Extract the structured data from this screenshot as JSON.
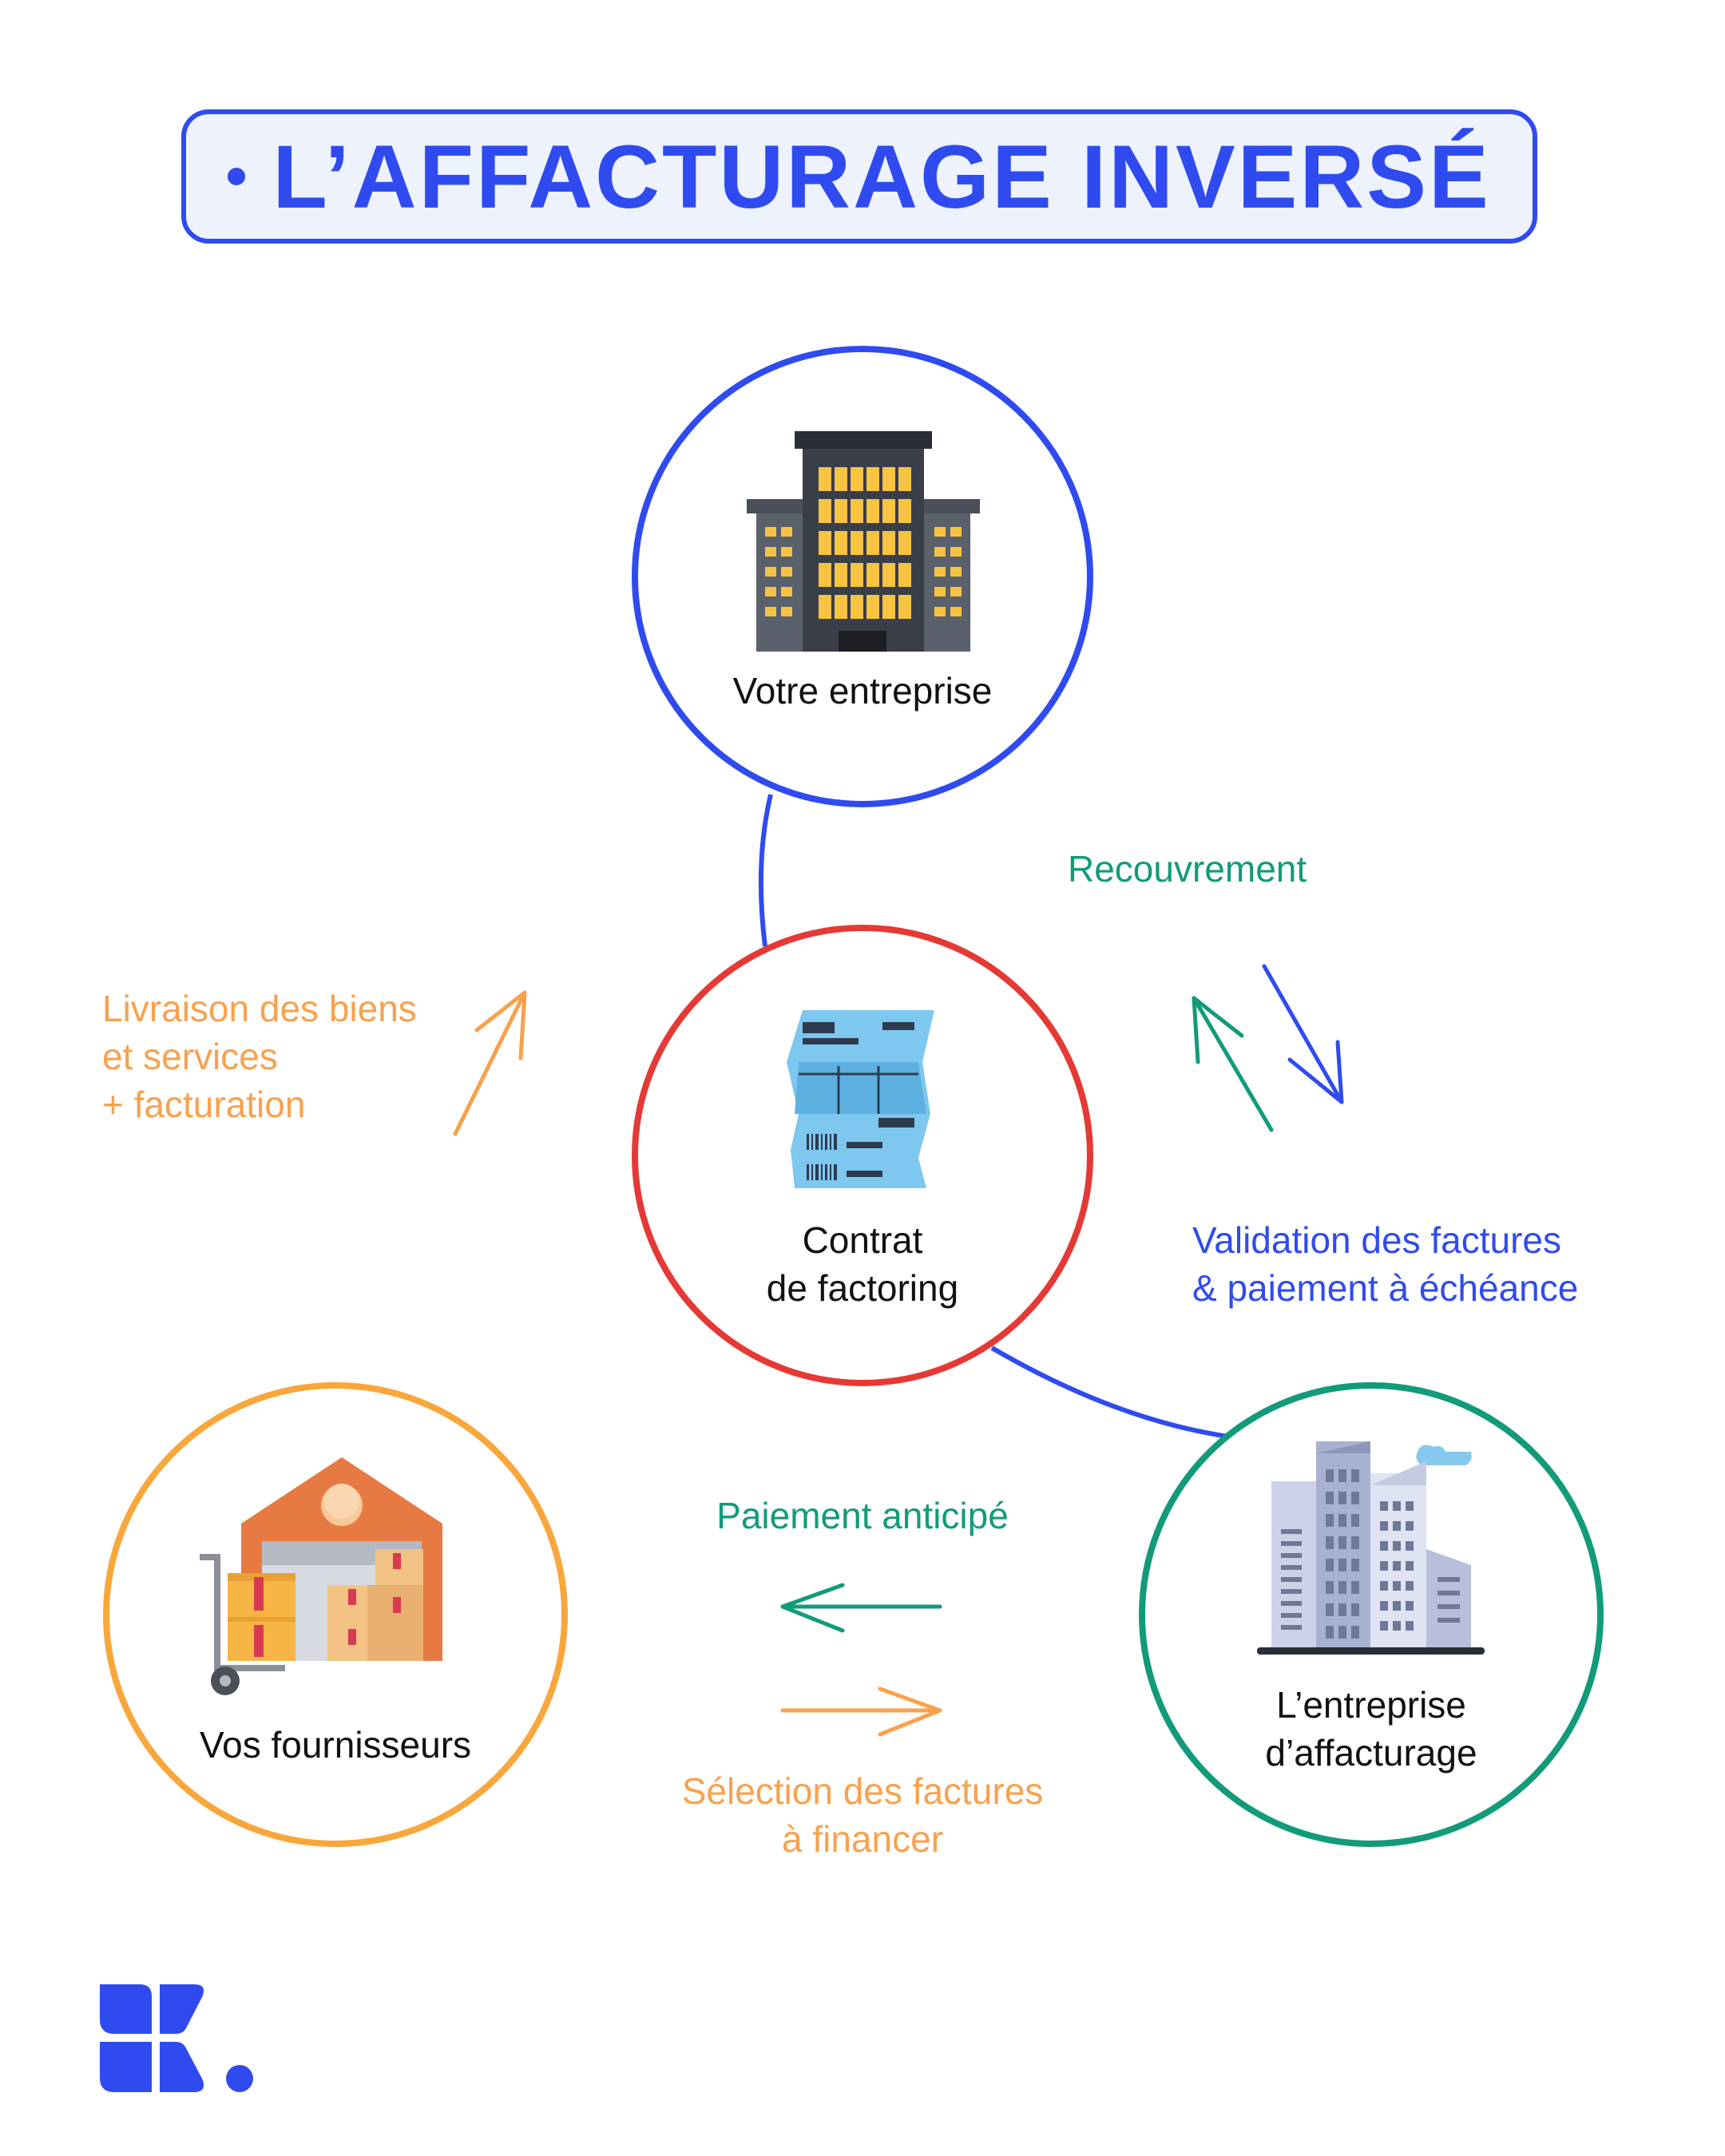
{
  "title": "L’AFFACTURAGE INVERSÉ",
  "nodes": {
    "votre_entreprise": {
      "label": "Votre entreprise",
      "color": "#2f4bf0"
    },
    "contrat": {
      "label_line1": "Contrat",
      "label_line2": "de factoring",
      "color": "#e53935"
    },
    "fournisseurs": {
      "label": "Vos fournisseurs",
      "color": "#f9a63a"
    },
    "affacturage": {
      "label_line1": "L’entreprise",
      "label_line2": "d’affacturage",
      "color": "#129b7a"
    }
  },
  "flows": {
    "livraison": {
      "line1": "Livraison des biens",
      "line2": "et services",
      "line3": "+ facturation",
      "color": "#f9a14d"
    },
    "recouvrement": {
      "label": "Recouvrement",
      "color": "#129b7a"
    },
    "validation": {
      "line1": "Validation des factures",
      "line2": "& paiement à échéance",
      "color": "#2f4bf0"
    },
    "paiement_anticipe": {
      "label": "Paiement anticipé",
      "color": "#129b7a"
    },
    "selection": {
      "line1": "Sélection des factures",
      "line2": "à financer",
      "color": "#f9a14d"
    }
  },
  "colors": {
    "accent": "#2f4bf0",
    "title_bg": "#edf2fd"
  },
  "icons": {
    "company": "office-building-icon",
    "contract": "invoice-document-icon",
    "suppliers": "warehouse-icon",
    "factoring": "city-buildings-icon",
    "logo": "brand-logo"
  }
}
